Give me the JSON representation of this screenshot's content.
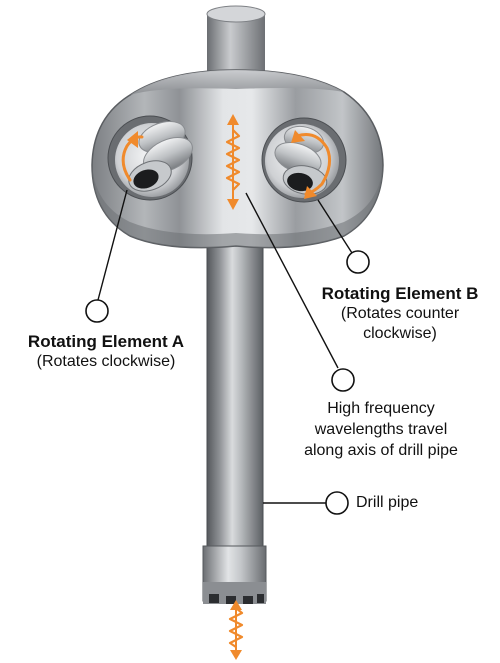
{
  "diagram": {
    "labels": {
      "element_a": {
        "title": "Rotating Element A",
        "note": "(Rotates clockwise)"
      },
      "element_b": {
        "title": "Rotating Element B",
        "note_line1": "(Rotates counter",
        "note_line2": "clockwise)"
      },
      "wavelengths": {
        "line1": "High frequency",
        "line2": "wavelengths travel",
        "line3": "along axis of drill pipe"
      },
      "drill_pipe": {
        "text": "Drill pipe"
      }
    },
    "colors": {
      "steel_light": "#d6d8da",
      "steel_mid": "#9ea1a5",
      "steel_dark": "#5b5e62",
      "arrow_orange": "#f08a2c",
      "callout_line": "#111111"
    }
  }
}
